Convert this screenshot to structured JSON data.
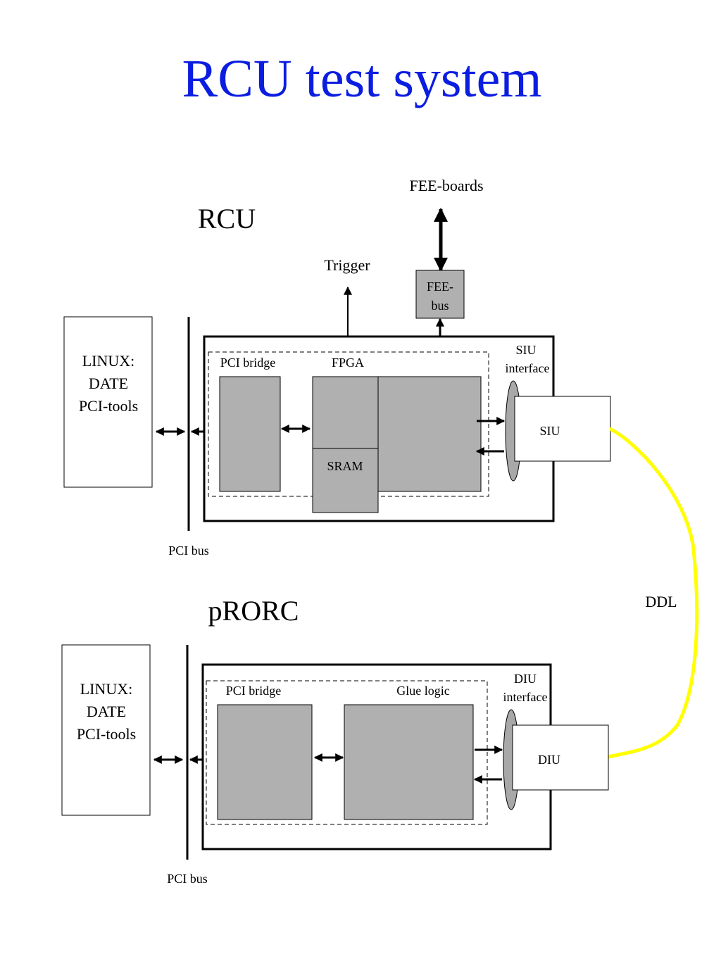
{
  "title": "RCU test system",
  "colors": {
    "title": "#0b1de0",
    "gray_block": "#b0b0b0",
    "ddl_cable": "#ffff00"
  },
  "labels": {
    "fee_boards": "FEE-boards",
    "rcu": "RCU",
    "trigger": "Trigger",
    "fee_bus_line1": "FEE-",
    "fee_bus_line2": "bus",
    "linux_top_line1": "LINUX:",
    "linux_top_line2": "DATE",
    "linux_top_line3": "PCI-tools",
    "pci_bridge_top": "PCI bridge",
    "fpga": "FPGA",
    "siu_interface_line1": "SIU",
    "siu_interface_line2": "interface",
    "siu": "SIU",
    "sram": "SRAM",
    "pci_bus_top": "PCI bus",
    "ddl": "DDL",
    "prorc": "pRORC",
    "linux_bottom_line1": "LINUX:",
    "linux_bottom_line2": "DATE",
    "linux_bottom_line3": "PCI-tools",
    "pci_bridge_bottom": "PCI bridge",
    "glue_logic": "Glue logic",
    "diu_interface_line1": "DIU",
    "diu_interface_line2": "interface",
    "diu": "DIU",
    "pci_bus_bottom": "PCI bus"
  }
}
